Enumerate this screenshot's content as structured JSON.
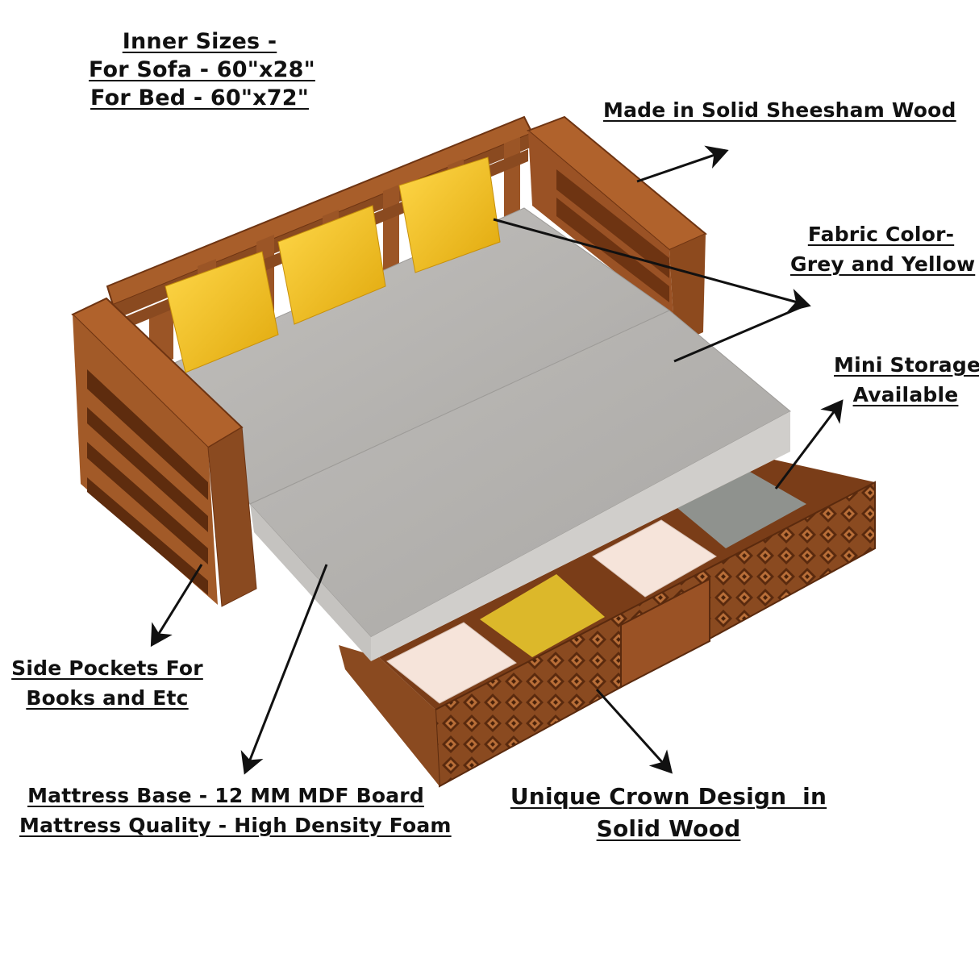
{
  "annotations": {
    "inner_sizes": {
      "line1": "Inner Sizes -",
      "line2": "For Sofa - 60\"x28\"",
      "line3": "For Bed - 60\"x72\""
    },
    "wood": {
      "text": "Made in Solid Sheesham Wood"
    },
    "fabric": {
      "line1": "Fabric Color-",
      "line2": "Grey and Yellow"
    },
    "storage": {
      "line1": "Mini Storage",
      "line2": "Available"
    },
    "side_pockets": {
      "line1": "Side Pockets For",
      "line2": "Books and Etc"
    },
    "mattress": {
      "line1": "Mattress Base - 12 MM MDF Board",
      "line2": "Mattress Quality - High Density Foam"
    },
    "crown": {
      "line1": "Unique Crown Design  in",
      "line2": "Solid Wood"
    }
  },
  "colors": {
    "wood": "#a45a28",
    "wood_dark": "#6e3412",
    "wood_light": "#c47a3e",
    "mattress_top": "#b9b7b4",
    "mattress_side": "#cdcbc8",
    "pillow_yellow": "#f2c21b",
    "pillow_grey": "#8f928e",
    "pillow_cream": "#f6e4da",
    "text": "#111111"
  },
  "product": "sofa cum bed with trundle storage drawer"
}
